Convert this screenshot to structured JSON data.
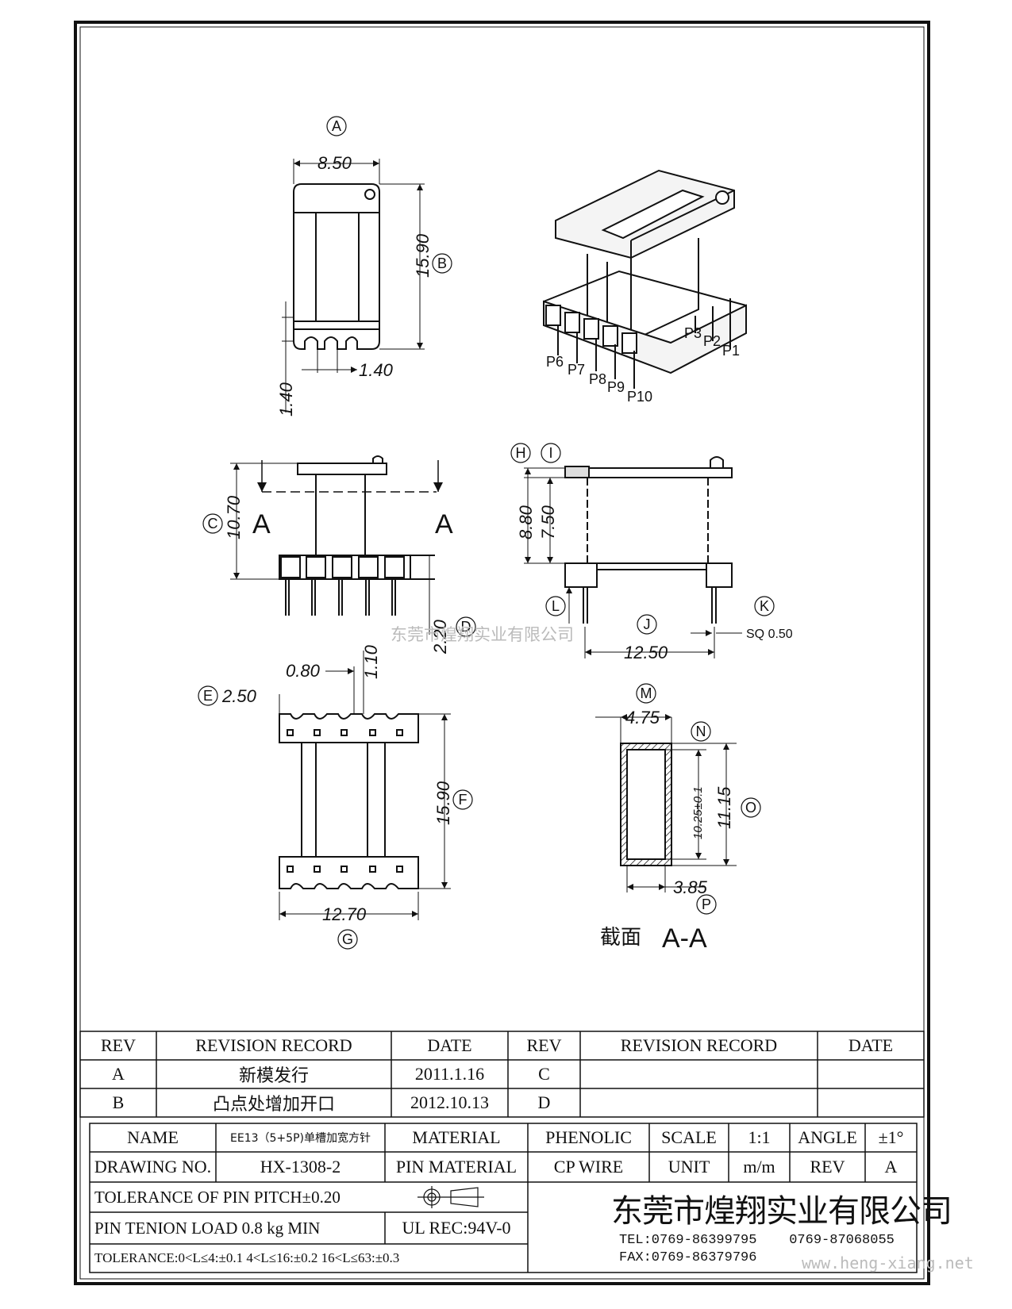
{
  "drawing": {
    "top_view": {
      "ref": "A",
      "ref2": "B",
      "width": "8.50",
      "height": "15.90",
      "slot": "1.40",
      "base": "1.40"
    },
    "iso_view": {
      "pins": [
        "P6",
        "P7",
        "P8",
        "P9",
        "P10",
        "P3",
        "P2",
        "P1"
      ]
    },
    "front_view": {
      "ref": "C",
      "ref2": "D",
      "height": "10.70",
      "pin": "2.20",
      "section": "A"
    },
    "side_view": {
      "refs": [
        "H",
        "I",
        "L",
        "J",
        "K"
      ],
      "h1": "8.80",
      "h2": "7.50",
      "width": "12.50",
      "sq": "SQ 0.50"
    },
    "bottom_view": {
      "refs": [
        "E",
        "F",
        "G"
      ],
      "e": "2.50",
      "p1": "0.80",
      "p2": "1.10",
      "height": "15.90",
      "width": "12.70"
    },
    "section_view": {
      "refs": [
        "M",
        "N",
        "O",
        "P"
      ],
      "w1": "4.75",
      "h1": "10.25±0.1",
      "h2": "11.15",
      "w2": "3.85",
      "caption": "截面",
      "caption2": "A-A"
    }
  },
  "revision_table": {
    "headers": [
      "REV",
      "REVISION RECORD",
      "DATE",
      "REV",
      "REVISION RECORD",
      "DATE"
    ],
    "rows": [
      [
        "A",
        "新模发行",
        "2011.1.16",
        "C",
        "",
        ""
      ],
      [
        "B",
        "凸点处增加开口",
        "2012.10.13",
        "D",
        "",
        ""
      ]
    ]
  },
  "title_block": {
    "name_label": "NAME",
    "name_value": "EE13（5+5P)单槽加宽方针",
    "material_label": "MATERIAL",
    "material_value": "PHENOLIC",
    "scale_label": "SCALE",
    "scale_value": "1:1",
    "angle_label": "ANGLE",
    "angle_value": "±1°",
    "drawing_no_label": "DRAWING NO.",
    "drawing_no_value": "HX-1308-2",
    "pin_material_label": "PIN MATERIAL",
    "pin_material_value": "CP WIRE",
    "unit_label": "UNIT",
    "unit_value": "m/m",
    "rev_label": "REV",
    "rev_value": "A",
    "tolerance_pitch": "TOLERANCE OF PIN PITCH±0.20",
    "pin_tension": "PIN TENION LOAD  0.8 kg MIN",
    "ul": "UL REC:94V-0",
    "tolerance": "TOLERANCE:0<L≤4:±0.1  4<L≤16:±0.2  16<L≤63:±0.3",
    "company": "东莞市煌翔实业有限公司",
    "tel": "TEL:0769-86399795    0769-87068055",
    "fax": "FAX:0769-86379796"
  },
  "watermarks": {
    "center": "东莞市煌翔实业有限公司",
    "corner": "www.heng-xiang.net"
  }
}
